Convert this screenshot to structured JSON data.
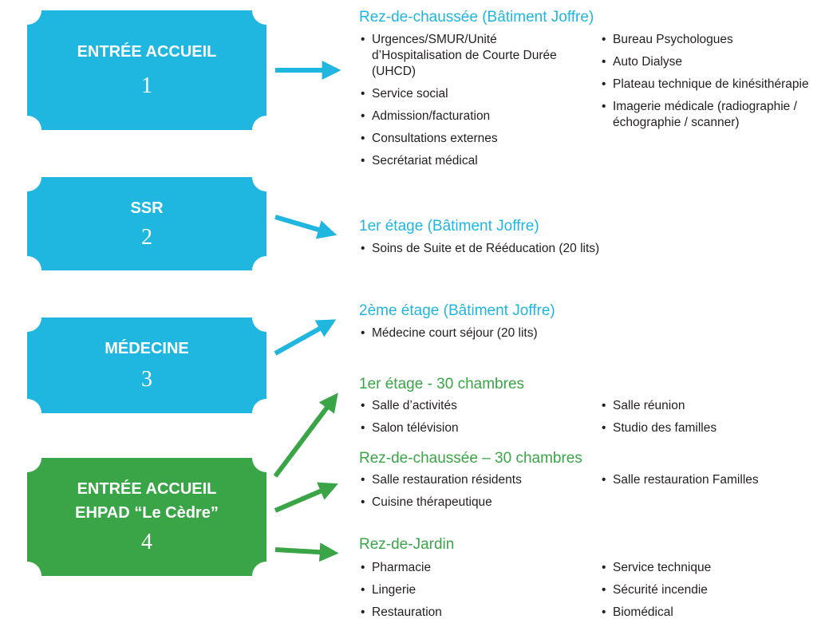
{
  "colors": {
    "cyan": "#1fb6e0",
    "green": "#3aa547"
  },
  "boxes": [
    {
      "label": "ENTRÉE ACCUEIL",
      "number": "1"
    },
    {
      "label": "SSR",
      "number": "2"
    },
    {
      "label": "MÉDECINE",
      "number": "3"
    },
    {
      "label": "ENTRÉE ACCUEIL",
      "label2": "EHPAD “Le Cèdre”",
      "number": "4"
    }
  ],
  "sections": [
    {
      "title": "Rez-de-chaussée (Bâtiment Joffre)",
      "left_items": [
        "Urgences/SMUR/Unité d’Hospitalisation de Courte Durée (UHCD)",
        "Service social",
        "Admission/facturation",
        "Consultations externes",
        "Secrétariat médical"
      ],
      "right_items": [
        "Bureau Psychologues",
        "Auto Dialyse",
        "Plateau technique de kinésithérapie",
        "Imagerie médicale (radiographie / échographie / scanner)"
      ]
    },
    {
      "title": "1er étage (Bâtiment Joffre)",
      "left_items": [
        "Soins de Suite et de Rééducation (20 lits)"
      ]
    },
    {
      "title": "2ème étage (Bâtiment Joffre)",
      "left_items": [
        "Médecine court séjour (20 lits)"
      ]
    },
    {
      "title": "1er étage - 30 chambres",
      "left_items": [
        "Salle d’activités",
        "Salon télévision"
      ],
      "right_items": [
        "Salle réunion",
        "Studio des familles"
      ]
    },
    {
      "title": "Rez-de-chaussée – 30 chambres",
      "left_items": [
        "Salle restauration résidents",
        "Cuisine thérapeutique"
      ],
      "right_items": [
        "Salle restauration Familles"
      ]
    },
    {
      "title": "Rez-de-Jardin",
      "left_items": [
        "Pharmacie",
        "Lingerie",
        "Restauration"
      ],
      "right_items": [
        "Service technique",
        "Sécurité incendie",
        "Biomédical"
      ]
    }
  ]
}
